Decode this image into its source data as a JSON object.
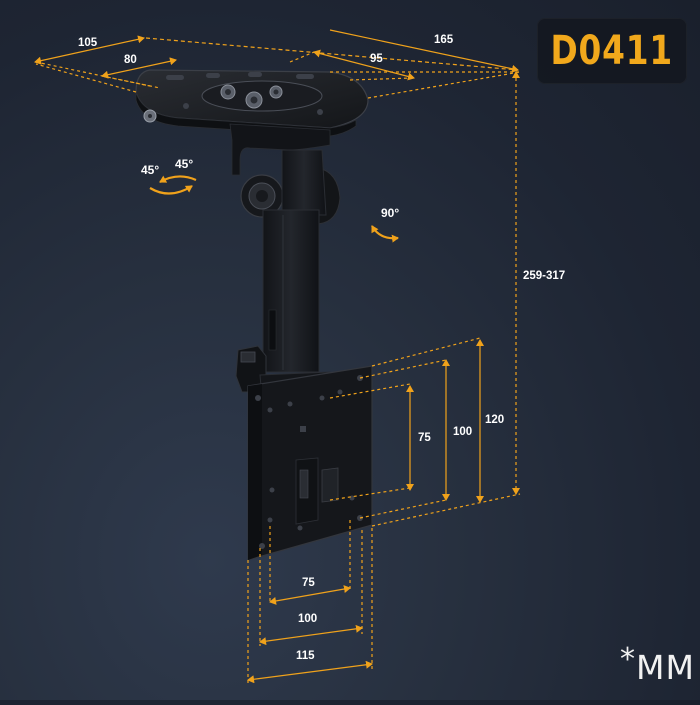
{
  "model": {
    "code": "D0411"
  },
  "unit_label": "MM",
  "unit_prefix": "*",
  "colors": {
    "accent": "#f1a81c",
    "background": "#232b39",
    "text": "#ffffff",
    "mount_dark": "#17191d",
    "dim_line": "#f0a21b"
  },
  "dimensions": {
    "top_plate": {
      "width_105": "105",
      "width_80": "80",
      "width_165": "165",
      "width_95": "95"
    },
    "height_range": "259-317",
    "vesa_vertical": [
      "75",
      "100",
      "120"
    ],
    "vesa_horizontal": [
      "75",
      "100",
      "115"
    ]
  },
  "rotation": {
    "swivel_left": "45°",
    "swivel_right": "45°",
    "tilt": "90°"
  }
}
